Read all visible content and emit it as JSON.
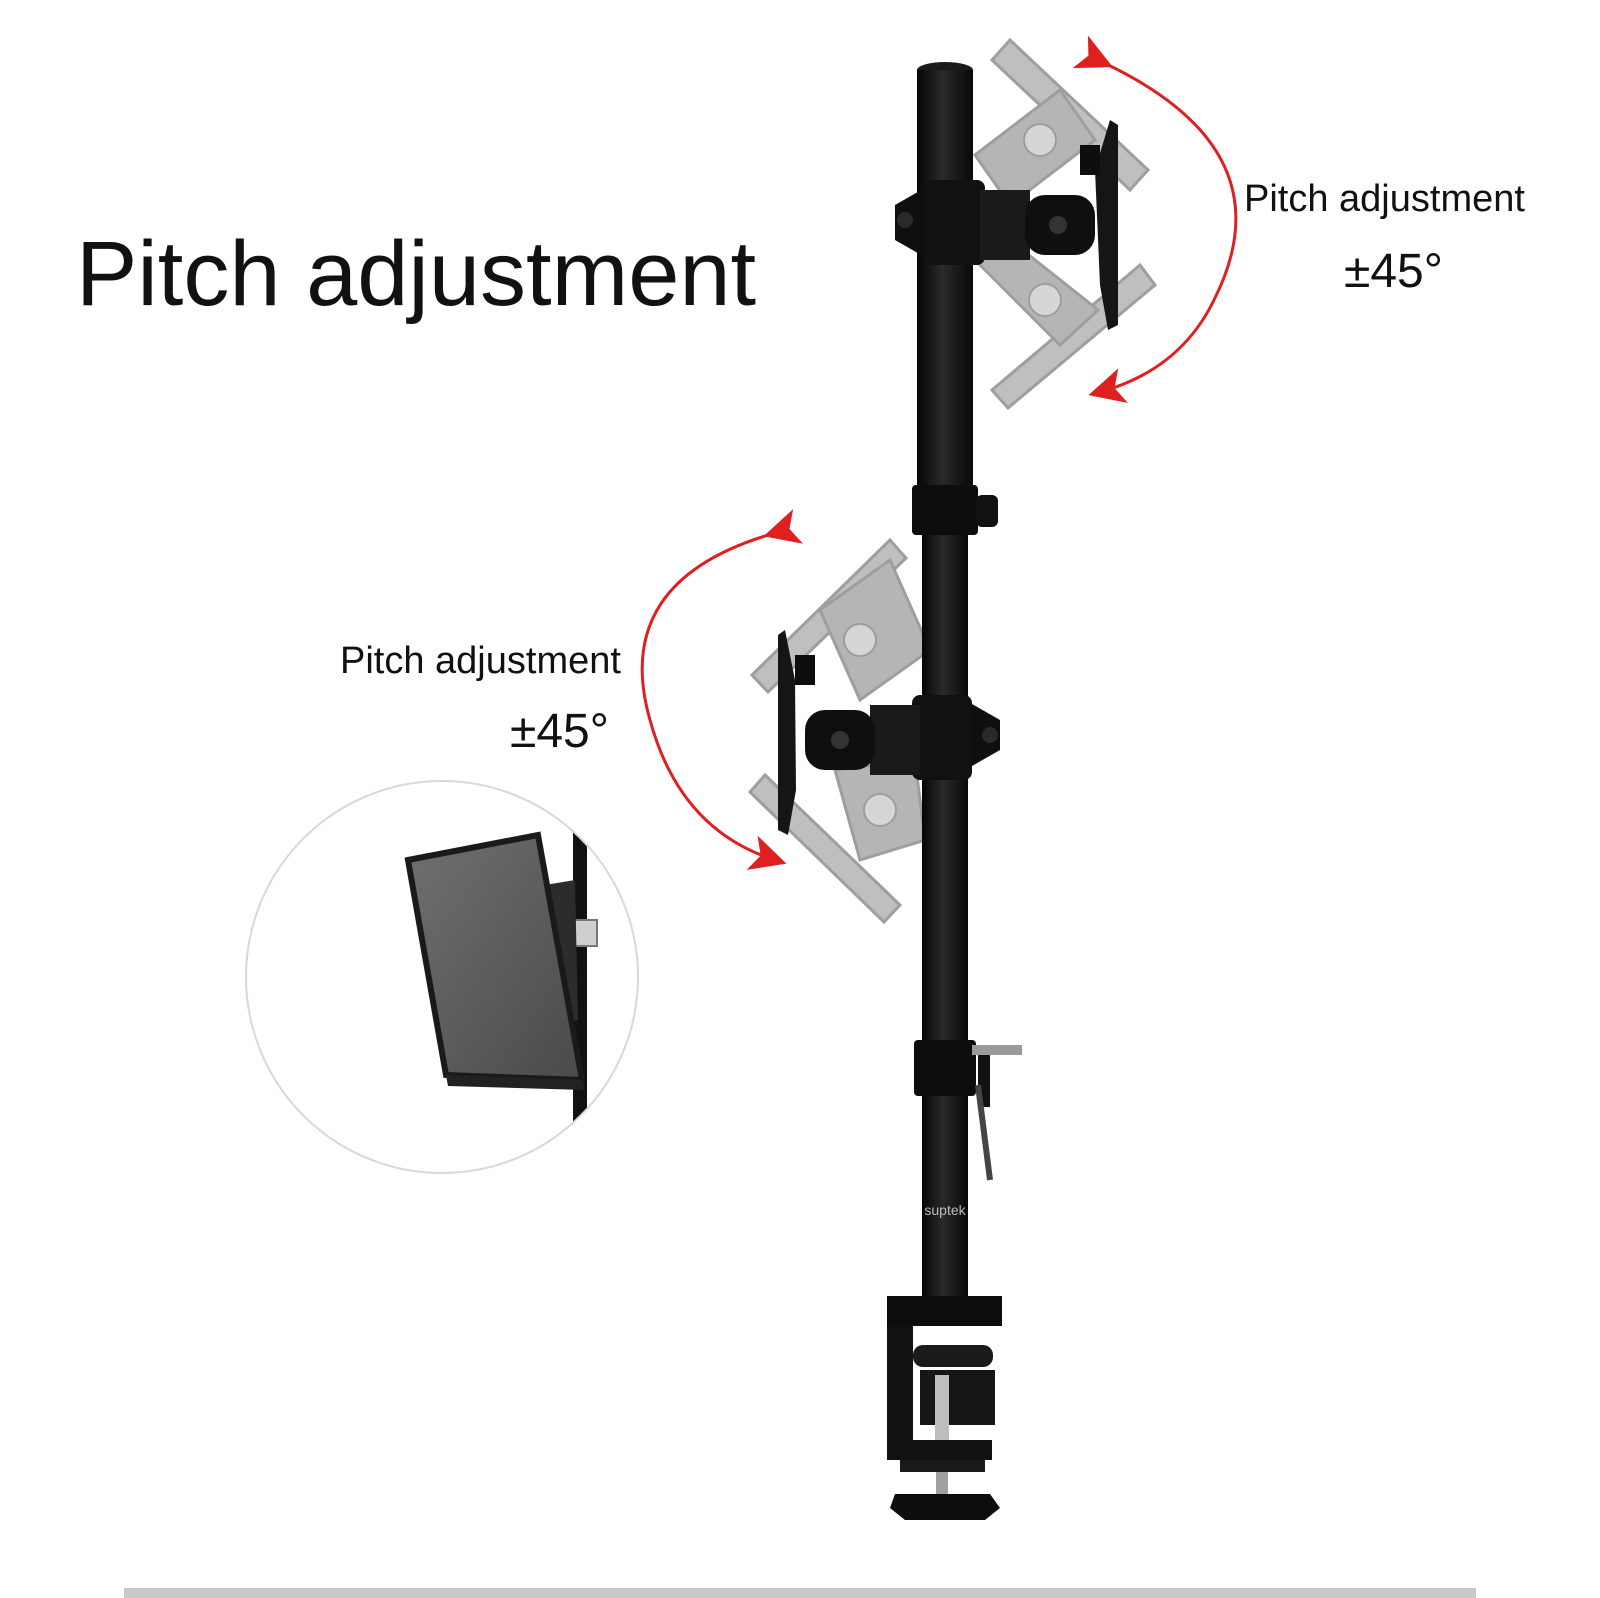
{
  "title": "Pitch adjustment",
  "callouts": {
    "top": {
      "label": "Pitch adjustment",
      "angle": "±45°"
    },
    "middle": {
      "label": "Pitch adjustment",
      "angle": "±45°"
    }
  },
  "brand_text": "suptek",
  "colors": {
    "arrow": "#e02020",
    "pole": "#111111",
    "ghost_bracket": "#a9a9a9",
    "inset_border": "#d8d8d8",
    "monitor": "#555555"
  }
}
